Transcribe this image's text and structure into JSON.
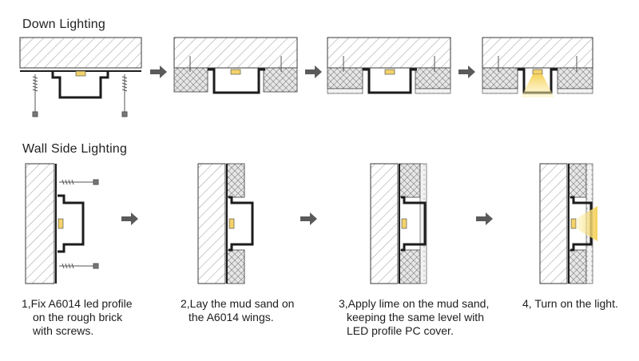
{
  "sections": {
    "down": {
      "title": "Down Lighting"
    },
    "wall": {
      "title": "Wall Side Lighting"
    }
  },
  "steps": [
    {
      "lines": [
        "1,Fix A6014 led profile",
        "on the rough brick",
        "with screws."
      ]
    },
    {
      "lines": [
        "2,Lay the mud sand on",
        "the A6014 wings."
      ]
    },
    {
      "lines": [
        "3,Apply lime on the mud sand,",
        "keeping the same level with",
        "LED profile PC cover."
      ]
    },
    {
      "lines": [
        "4, Turn on the light."
      ]
    }
  ],
  "colors": {
    "outline": "#3a3a3a",
    "hatch": "#9a9a9a",
    "profile": "#1c1c1c",
    "arrow": "#5a5a5a",
    "led": "#f3d26b",
    "beam": "#f8e89a",
    "mud": "#d9d9d9"
  },
  "icons": [
    "arrow-right-icon",
    "screw-icon",
    "led-strip-icon",
    "light-beam-icon"
  ]
}
